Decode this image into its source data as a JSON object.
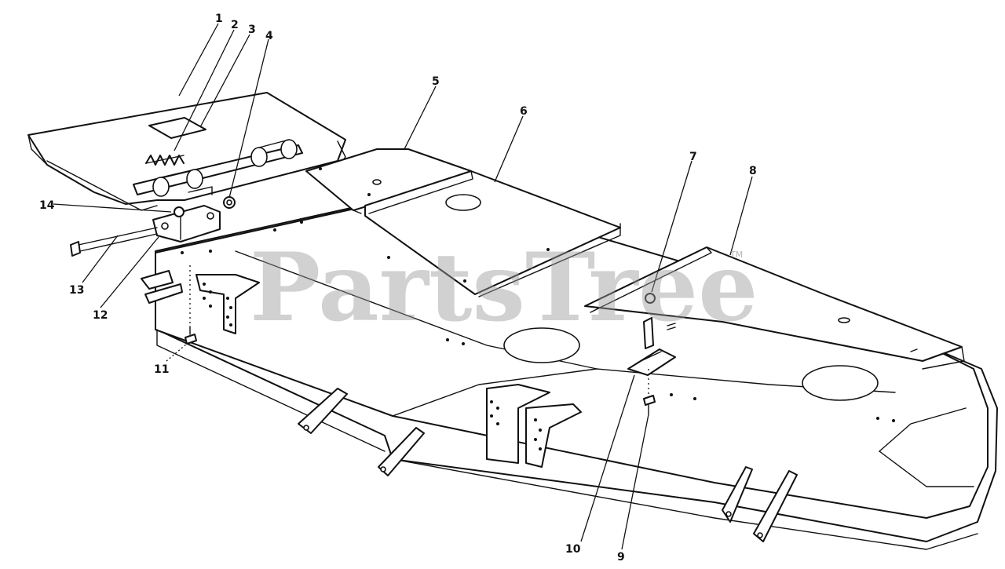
{
  "diagram": {
    "watermark": "PartsTree",
    "watermark_mark": "TM",
    "callouts": [
      "1",
      "2",
      "3",
      "4",
      "5",
      "6",
      "7",
      "8",
      "9",
      "10",
      "11",
      "12",
      "13",
      "14"
    ]
  }
}
